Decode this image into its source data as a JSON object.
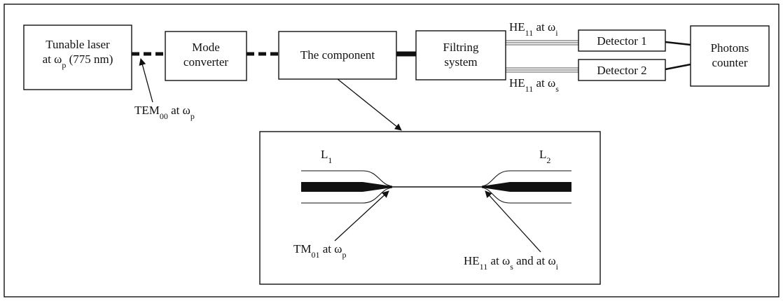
{
  "diagram": {
    "blocks": {
      "laser": {
        "line1": "Tunable laser",
        "line2_pre": "at ω",
        "line2_sub": "p",
        "line2_post": " (775 nm)"
      },
      "mode_converter": {
        "line1": "Mode",
        "line2": "converter"
      },
      "component": {
        "label": "The component"
      },
      "filtering": {
        "line1": "Filtring",
        "line2": "system"
      },
      "detector1": {
        "label": "Detector 1"
      },
      "detector2": {
        "label": "Detector 2"
      },
      "counter": {
        "line1": "Photons",
        "line2": "counter"
      }
    },
    "labels": {
      "tem": {
        "pre": "TEM",
        "sub": "00",
        "mid": " at ω",
        "sub2": "p"
      },
      "he_idler": {
        "pre": "HE",
        "sub": "11",
        "mid": " at ω",
        "sub2": "i"
      },
      "he_signal": {
        "pre": "HE",
        "sub": "11",
        "mid": " at ω",
        "sub2": "s"
      }
    },
    "inset": {
      "l1": {
        "pre": "L",
        "sub": "1"
      },
      "l2": {
        "pre": "L",
        "sub": "2"
      },
      "tm": {
        "pre": "TM",
        "sub": "01",
        "mid": " at ω",
        "sub2": "p"
      },
      "he": {
        "pre": "HE",
        "sub": "11",
        "mid": " at ω",
        "sub2": "s",
        "mid2": " and at ω",
        "sub3": "i"
      }
    }
  }
}
